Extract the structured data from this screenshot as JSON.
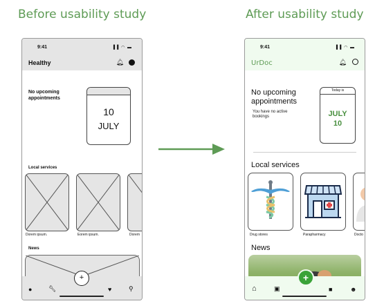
{
  "before": {
    "heading": "Before usability study",
    "time": "9:41",
    "signal": "▐▐ ◠ ▬",
    "app_title": "Healthy",
    "no_upcoming": "No upcoming appointments",
    "cal_day": "10",
    "cal_month": "JULY",
    "local_services": "Local services",
    "card_labels": [
      "Dorem ipsum.",
      "Eorem ipsum.",
      "Dorem"
    ],
    "news": "News",
    "fab": "+",
    "nav_icons": [
      "location-icon",
      "wrench-icon",
      "heart-icon",
      "search-icon"
    ]
  },
  "after": {
    "heading": "After usability study",
    "time": "9:41",
    "signal": "▐▐ ◠ ▬",
    "app_title": "UrDoc",
    "no_upcoming": "No upcoming appointments",
    "subtitle": "You have no active bookings",
    "today_is": "Today is",
    "cal_month": "JULY",
    "cal_day": "10",
    "local_services": "Local services",
    "card_labels": [
      "Drug stores",
      "Parapharmacy",
      "Docto"
    ],
    "news": "News",
    "fab": "+",
    "accent": "#3aa338",
    "nav_icons": [
      "home-icon",
      "calendar-icon",
      "chat-icon",
      "user-settings-icon"
    ]
  }
}
